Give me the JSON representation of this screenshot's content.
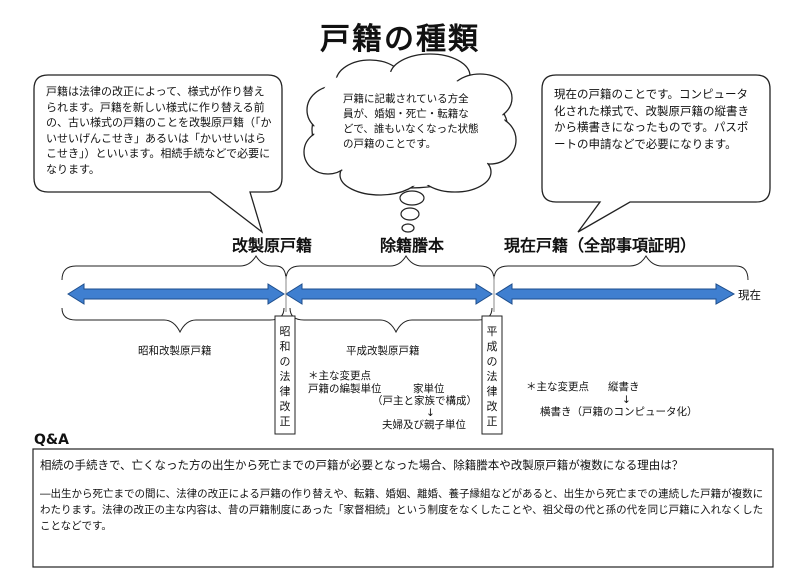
{
  "title": "戸籍の種類",
  "bubbles": {
    "left": "戸籍は法律の改正によって、様式が作り替えられます。戸籍を新しい様式に作り替える前の、古い様式の戸籍のことを改製原戸籍（「かいせいげんこせき」あるいは「かいせいはらこせき」）といいます。相続手続などで必要になります。",
    "center": "戸籍に記載されている方全員が、婚姻・死亡・転籍などで、誰もいなくなった状態の戸籍のことです。",
    "right": "現在の戸籍のことです。コンピュータ化された様式で、改製原戸籍の縦書きから横書きになったものです。パスポートの申請などで必要になります。"
  },
  "eras": {
    "kaisei": "改製原戸籍",
    "joseki": "除籍謄本",
    "genzai": "現在戸籍（全部事項証明）"
  },
  "timeline": {
    "end_label": "現在",
    "showa_label": "昭和改製原戸籍",
    "heisei_label": "平成改製原戸籍",
    "showa_law": "昭和の法律改正",
    "heisei_law": "平成の法律改正",
    "change1_title": "＊主な変更点",
    "change1_from": "戸籍の編製単位　　　家単位",
    "change1_note": "（戸主と家族で構成）",
    "change1_arrow": "↓",
    "change1_to": "夫婦及び親子単位",
    "change2_title": "＊主な変更点",
    "change2_from": "縦書き",
    "change2_arrow": "↓",
    "change2_to": "横書き（戸籍のコンピュータ化）"
  },
  "qa": {
    "heading": "Q&A",
    "question": "相続の手続きで、亡くなった方の出生から死亡までの戸籍が必要となった場合、除籍謄本や改製原戸籍が複数になる理由は？",
    "answer": "―出生から死亡までの間に、法律の改正による戸籍の作り替えや、転籍、婚姻、離婚、養子縁組などがあると、出生から死亡までの連続した戸籍が複数にわたります。法律の改正の主な内容は、昔の戸籍制度にあった「家督相続」という制度をなくしたことや、祖父母の代と孫の代を同じ戸籍に入れなくしたことなどです。"
  },
  "colors": {
    "arrow_fill": "#3f7fd0",
    "arrow_stroke": "#1e4e8c",
    "line": "#222222"
  }
}
